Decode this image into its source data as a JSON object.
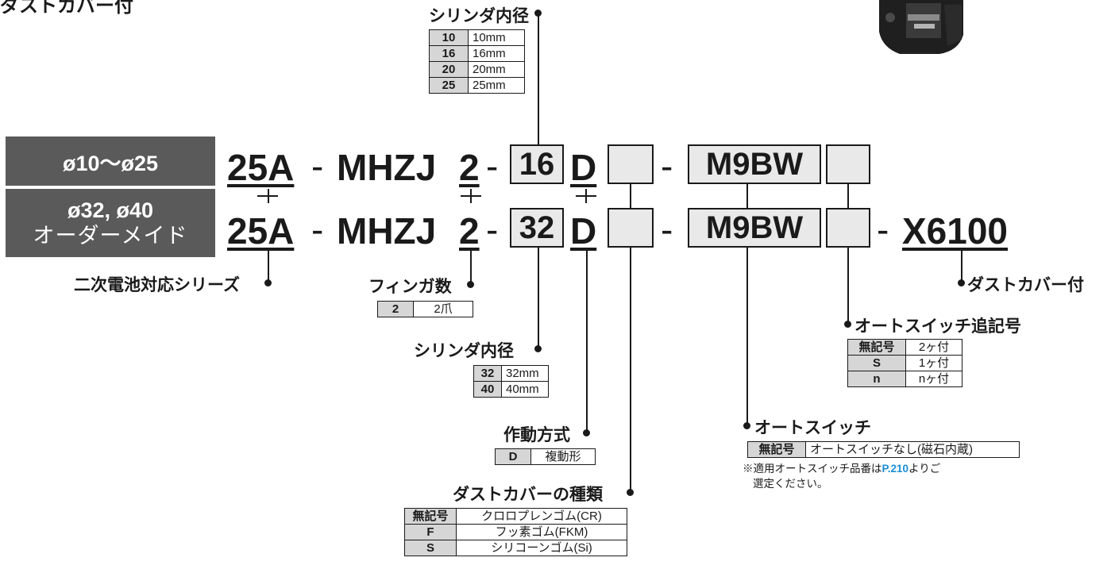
{
  "header": {
    "cut_title": "ダストカバー付"
  },
  "size_boxes": [
    {
      "text": "ø10〜ø25"
    },
    {
      "line1": "ø32, ø40",
      "line2": "オーダーメイド"
    }
  ],
  "row1": {
    "series": "25A",
    "dash1": "-",
    "model": "MHZJ",
    "fingers": "2",
    "dash2": "-",
    "bore": "16",
    "action": "D",
    "cover": "",
    "dash3": "-",
    "switch": "M9BW",
    "switch_qty": ""
  },
  "row2": {
    "series": "25A",
    "dash1": "-",
    "model": "MHZJ",
    "fingers": "2",
    "dash2": "-",
    "bore": "32",
    "action": "D",
    "cover": "",
    "dash3": "-",
    "switch": "M9BW",
    "switch_qty": "",
    "dash4": "-",
    "option": "X6100"
  },
  "labels": {
    "bore_top": "シリンダ内径",
    "secondary_battery": "二次電池対応シリーズ",
    "finger_count": "フィンガ数",
    "bore_bottom": "シリンダ内径",
    "action": "作動方式",
    "dust_cover": "ダストカバーの種類",
    "auto_switch": "オートスイッチ",
    "switch_suffix": "オートスイッチ追記号",
    "dust_cover_attached": "ダストカバー付"
  },
  "tables": {
    "bore_top": [
      [
        "10",
        "10mm"
      ],
      [
        "16",
        "16mm"
      ],
      [
        "20",
        "20mm"
      ],
      [
        "25",
        "25mm"
      ]
    ],
    "finger": [
      [
        "2",
        "2爪"
      ]
    ],
    "bore_bottom": [
      [
        "32",
        "32mm"
      ],
      [
        "40",
        "40mm"
      ]
    ],
    "action": [
      [
        "D",
        "複動形"
      ]
    ],
    "dust_cover": [
      [
        "無記号",
        "クロロプレンゴム(CR)"
      ],
      [
        "F",
        "フッ素ゴム(FKM)"
      ],
      [
        "S",
        "シリコーンゴム(Si)"
      ]
    ],
    "auto_switch": [
      [
        "無記号",
        "オートスイッチなし(磁石内蔵)"
      ]
    ],
    "switch_suffix": [
      [
        "無記号",
        "2ヶ付"
      ],
      [
        "S",
        "1ヶ付"
      ],
      [
        "n",
        "nヶ付"
      ]
    ]
  },
  "note": {
    "line1_a": "※適用オートスイッチ品番は",
    "line1_link": "P.210",
    "line1_b": "よりご",
    "line2": "選定ください。"
  },
  "colors": {
    "dark_box": "#5a5a5a",
    "code_box_fill": "#e9e9e9",
    "link_blue": "#1a8fd8",
    "table_key_fill": "#d6d6d6"
  }
}
